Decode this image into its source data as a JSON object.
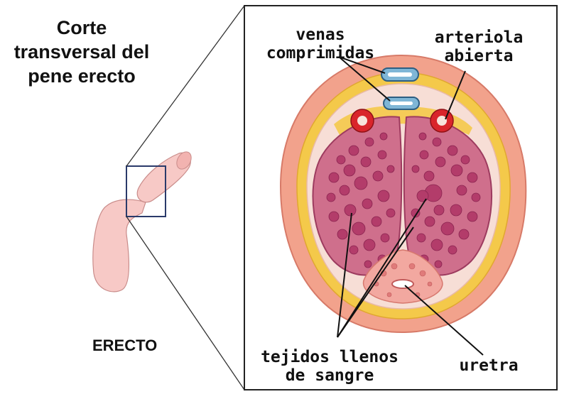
{
  "title": {
    "line1": "Corte",
    "line2": "transversal del",
    "line3": "pene erecto"
  },
  "state_label": "ERECTO",
  "callouts": {
    "veins": {
      "line1": "venas",
      "line2": "comprimidas"
    },
    "arteriole": {
      "line1": "arteriola",
      "line2": "abierta"
    },
    "tissue": {
      "line1": "tejidos llenos",
      "line2": "de sangre"
    },
    "urethra": "uretra"
  },
  "colors": {
    "frame": "#222222",
    "skin_outer": "#f2a28c",
    "fat_layer": "#f4c94a",
    "tunica": "#f7ded6",
    "erectile_fill": "#cf6f8c",
    "sinus": "#b33c6a",
    "artery": "#d9252b",
    "vein": "#7fb6d6",
    "organ": "#f7c9c6"
  }
}
